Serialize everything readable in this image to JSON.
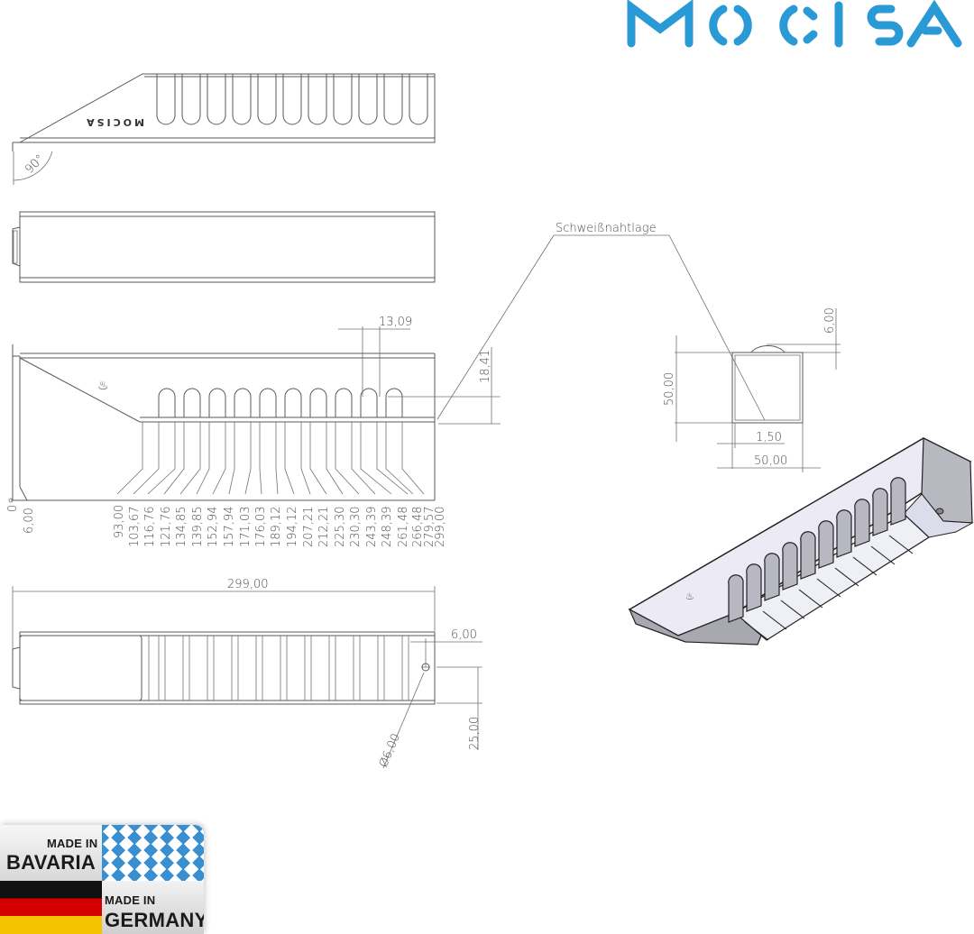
{
  "brand": {
    "name": "MOCISA",
    "color": "#2a9ad6",
    "engraving_text_mirrored": "MOCISA"
  },
  "drawing": {
    "side_view": {
      "angle_label": "90°"
    },
    "front_view": {
      "dim_slot_width": "13,09",
      "dim_slot_depth": "18,41",
      "ordinate_zero": "0",
      "ordinate_values": [
        "6,00",
        "93,00",
        "103,67",
        "116,76",
        "121,76",
        "134,85",
        "139,85",
        "152,94",
        "157,94",
        "171,03",
        "176,03",
        "189,12",
        "194,12",
        "207,21",
        "212,21",
        "225,30",
        "230,30",
        "243,39",
        "248,39",
        "261,48",
        "266,48",
        "279,57",
        "299,00"
      ]
    },
    "top_view": {
      "dim_total_length": "299,00",
      "dim_hole_offset_x": "6,00",
      "dim_hole_offset_y": "25,00",
      "dim_hole_diameter": "Ø6,00"
    },
    "section_view": {
      "weld_label": "Schweißnahtlage",
      "dim_height": "50,00",
      "dim_weld_height": "6,00",
      "dim_wall": "1,50",
      "dim_width": "50,00"
    }
  },
  "badge": {
    "line1_small": "MADE IN",
    "line1_big": "BAVARIA",
    "line2_small": "MADE IN",
    "line2_big": "GERMANY",
    "colors": {
      "bavaria_blue": "#3a8fd0",
      "de_black": "#111111",
      "de_red": "#d40000",
      "de_gold": "#f5c400"
    }
  }
}
